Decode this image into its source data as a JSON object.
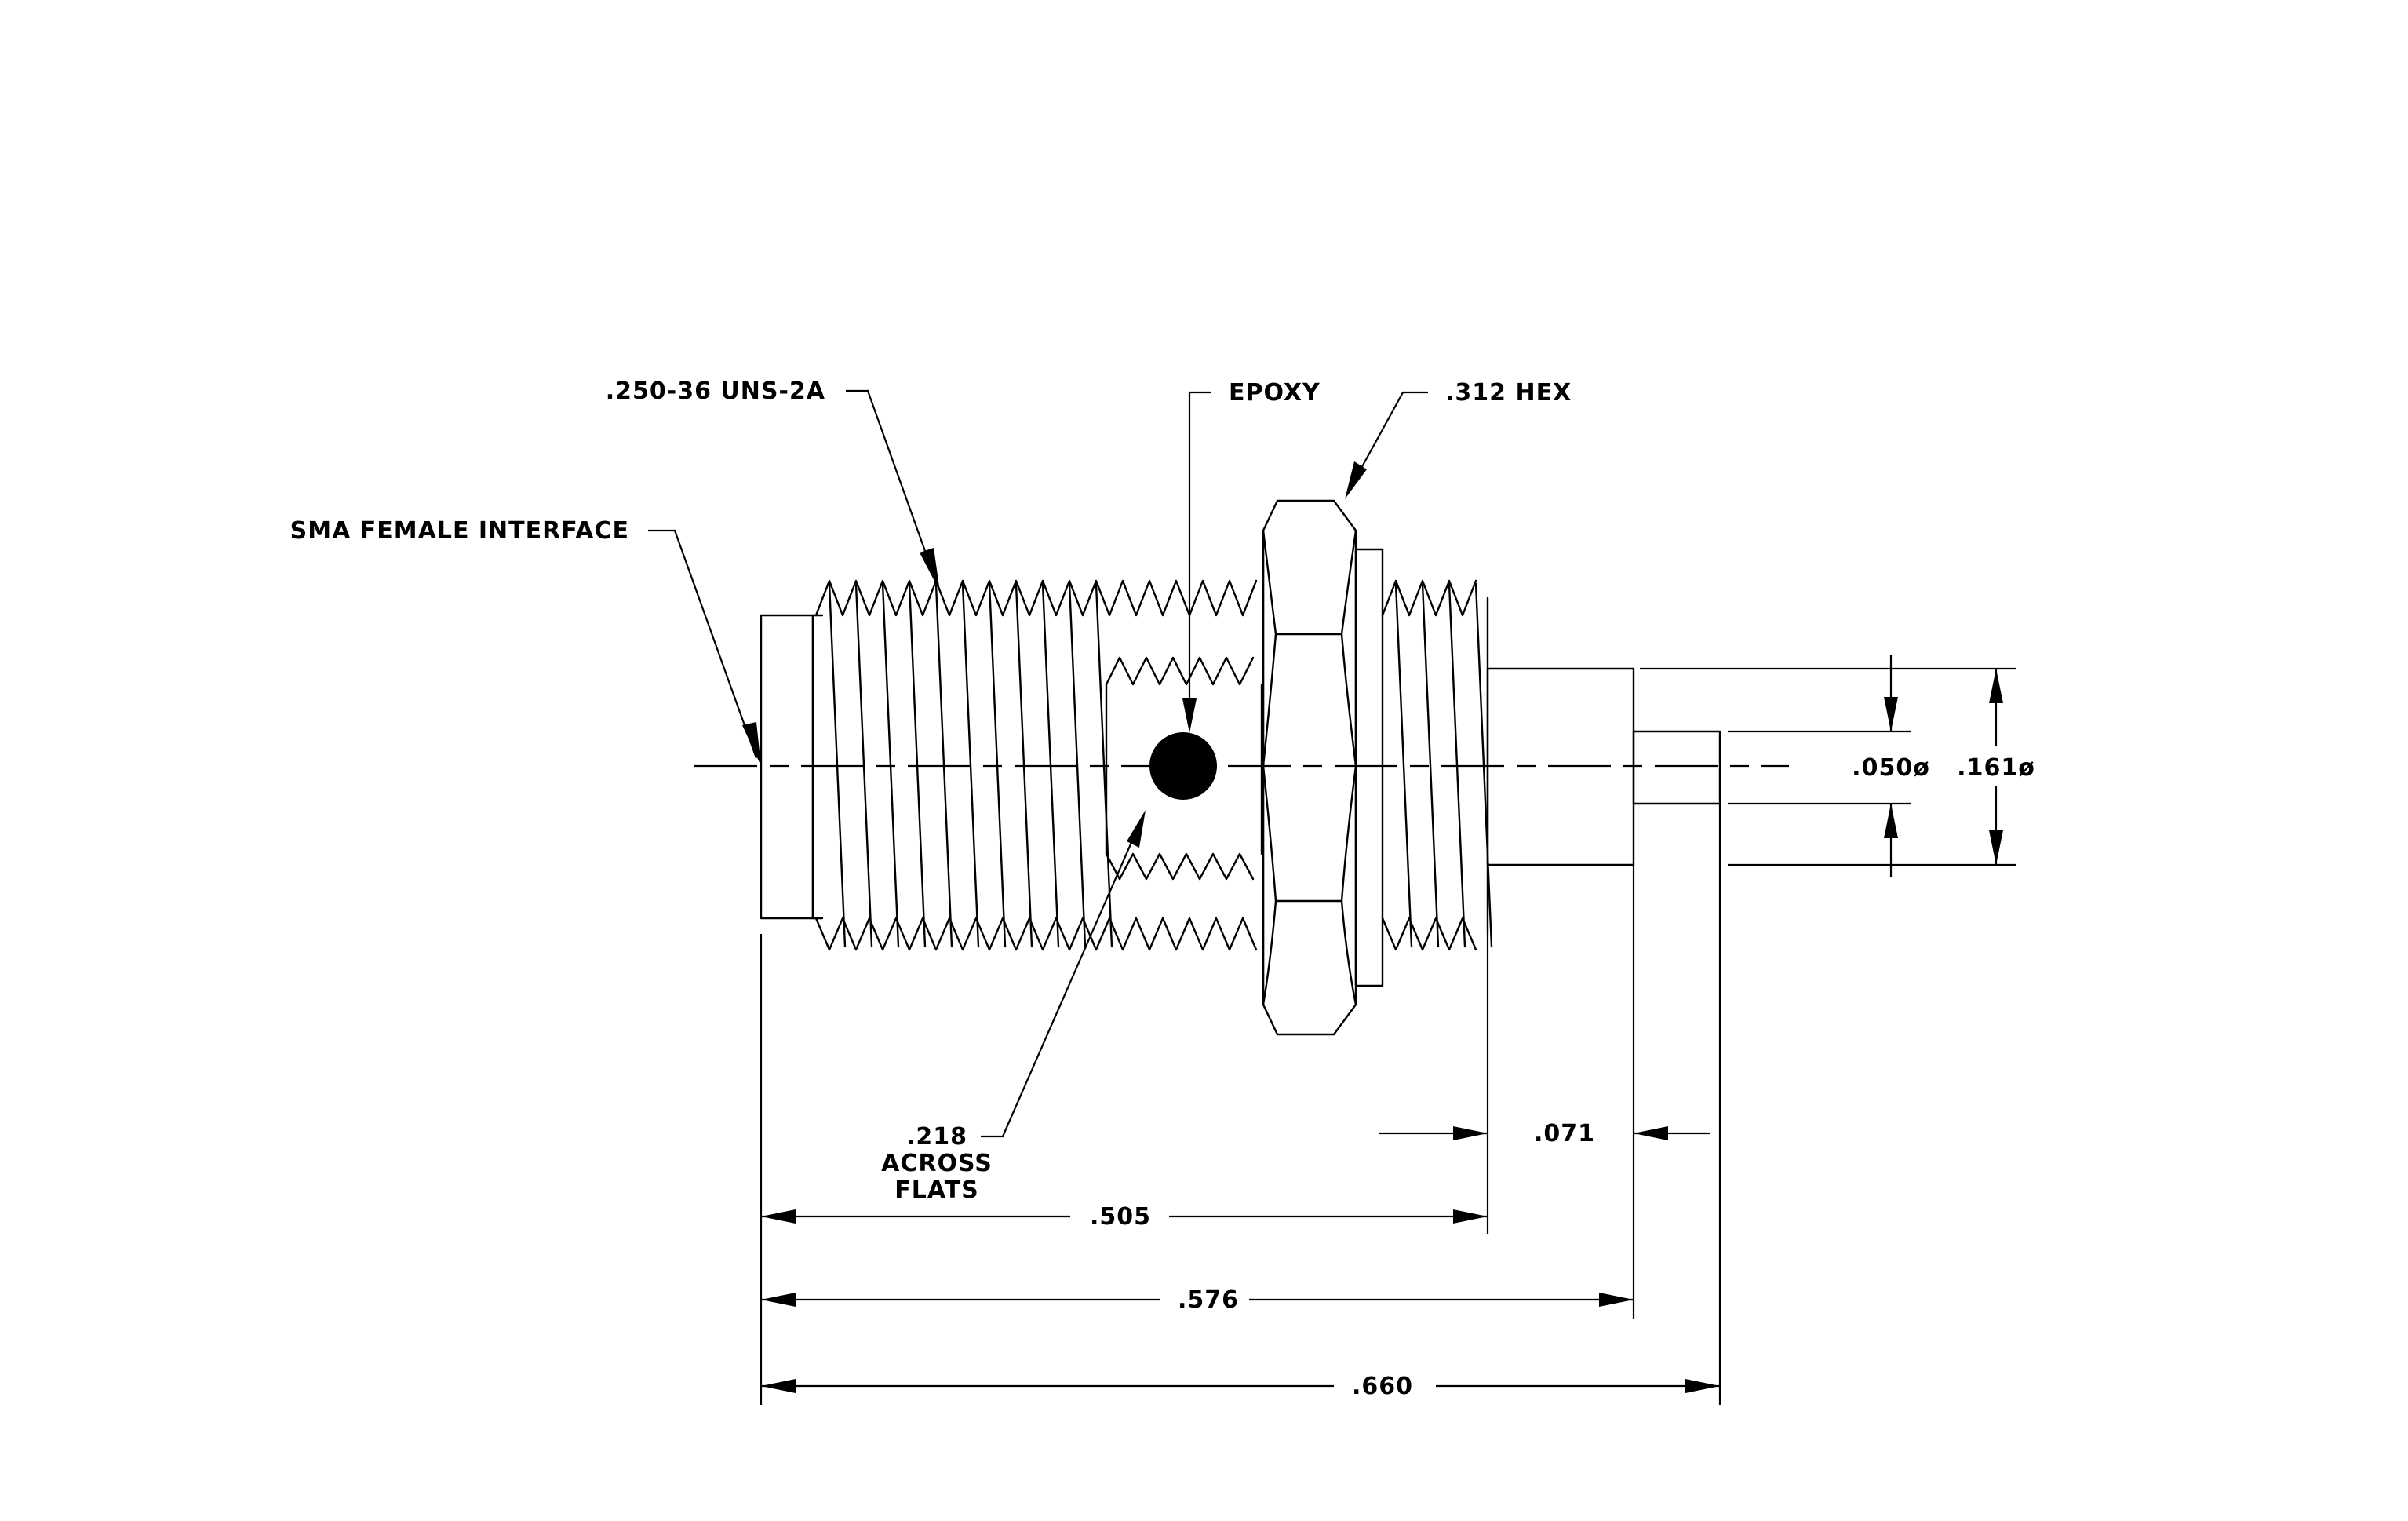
{
  "labels": {
    "thread_spec": ".250-36 UNS-2A",
    "epoxy": "EPOXY",
    "hex": ".312 HEX",
    "interface": "SMA FEMALE INTERFACE",
    "flats_value": ".218",
    "flats_line1": "ACROSS",
    "flats_line2": "FLATS"
  },
  "dimensions": {
    "pin_dia": ".050ø",
    "body_dia": ".161ø",
    "pin_length": ".071",
    "len_505": ".505",
    "len_576": ".576",
    "len_660": ".660"
  }
}
